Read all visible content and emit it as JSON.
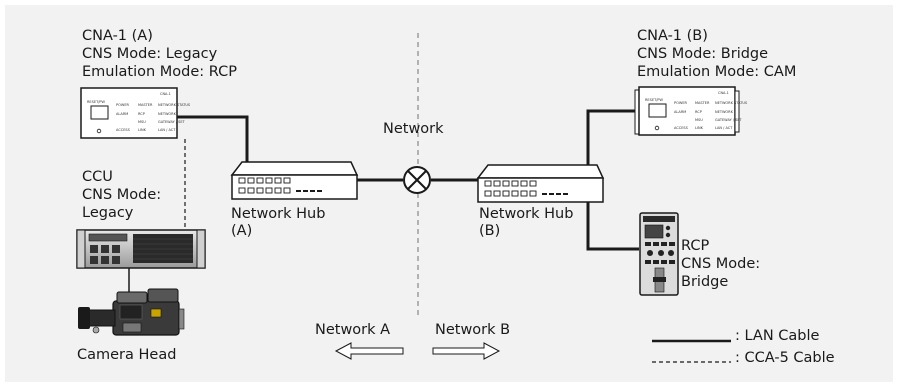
{
  "cna_a": {
    "name": "CNA-1 (A)",
    "cns_mode": "CNS Mode: Legacy",
    "emulation_mode": "Emulation Mode: RCP"
  },
  "cna_b": {
    "name": "CNA-1 (B)",
    "cns_mode": "CNS Mode: Bridge",
    "emulation_mode": "Emulation Mode: CAM"
  },
  "network_label": "Network",
  "hub_a": {
    "line1": "Network Hub",
    "line2": "(A)"
  },
  "hub_b": {
    "line1": "Network Hub",
    "line2": "(B)"
  },
  "ccu": {
    "line1": "CCU",
    "line2": "CNS Mode:",
    "line3": "Legacy"
  },
  "rcp": {
    "line1": "RCP",
    "line2": "CNS Mode:",
    "line3": "Bridge"
  },
  "camera_head": "Camera Head",
  "network_a_arrow": "Network A",
  "network_b_arrow": "Network B",
  "legend": {
    "lan": ": LAN Cable",
    "cca5": ": CCA-5 Cable"
  },
  "cna_panel_labels": {
    "model": "CNA-1",
    "reset": "RESET/PW",
    "col1": [
      "POWER",
      "ALARM",
      "ACCESS"
    ],
    "col2": [
      "MASTER",
      "RCP",
      "MSU",
      "LINK"
    ],
    "col3": [
      "NETWORK STATUS",
      "NETWORK",
      "GATEWAY / SET",
      "LAN / ACT"
    ]
  },
  "colors": {
    "background": "#f2f2f2",
    "line": "#1a1a1a"
  }
}
